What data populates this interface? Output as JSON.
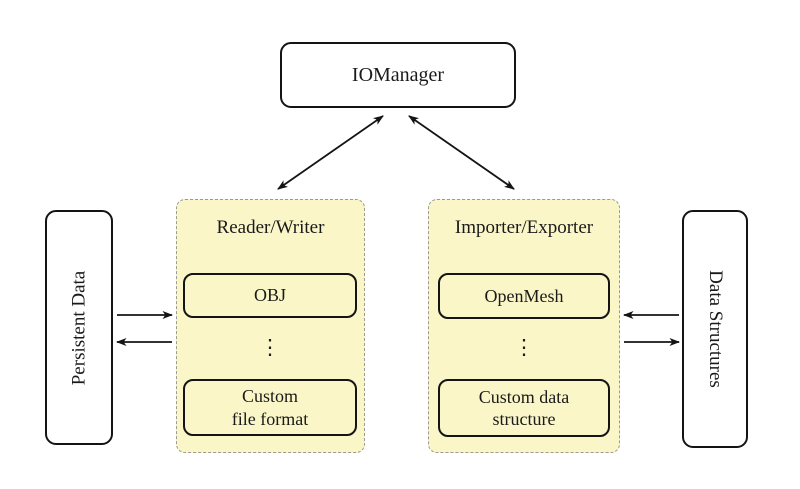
{
  "diagram": {
    "iomanager": {
      "label": "IOManager"
    },
    "left_store": {
      "label": "Persistent Data"
    },
    "right_store": {
      "label": "Data Structures"
    },
    "reader_writer_panel": {
      "title": "Reader/Writer",
      "item_top": "OBJ",
      "ellipsis": "⋮",
      "item_bottom": "Custom\nfile format"
    },
    "importer_exporter_panel": {
      "title": "Importer/Exporter",
      "item_top": "OpenMesh",
      "ellipsis": "⋮",
      "item_bottom": "Custom data\nstructure"
    },
    "colors": {
      "panel_fill": "#faf6c8",
      "panel_dash_border": "#9a9a9a",
      "node_border": "#141414",
      "arrow": "#141414",
      "background": "#ffffff"
    }
  }
}
